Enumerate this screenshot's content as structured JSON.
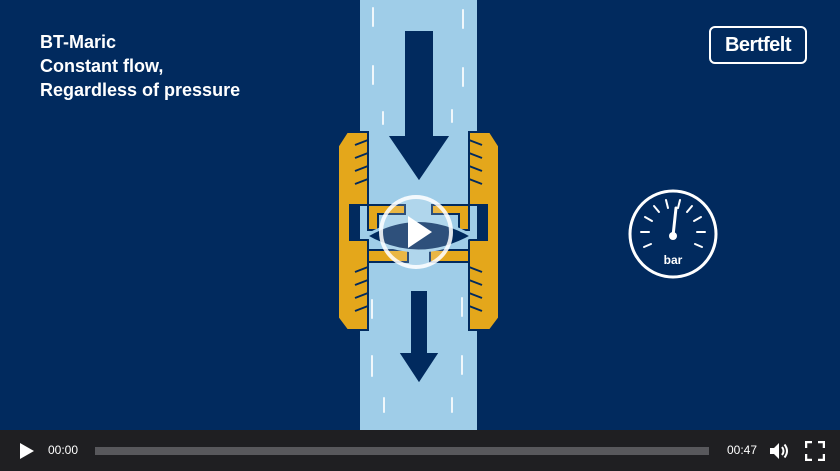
{
  "video": {
    "title_lines": [
      "BT-Maric",
      "Constant flow,",
      "Regardless of pressure"
    ],
    "logo_text": "Bertfelt",
    "gauge_label": "bar"
  },
  "controls": {
    "current_time": "00:00",
    "duration": "00:47",
    "progress_fraction": 0,
    "icons": [
      "play-icon",
      "volume-icon",
      "fullscreen-icon"
    ]
  },
  "colors": {
    "background": "#012a5e",
    "water": "#9fcde8",
    "fitting": "#e4a71b",
    "controls_bar": "#1f1f22"
  }
}
